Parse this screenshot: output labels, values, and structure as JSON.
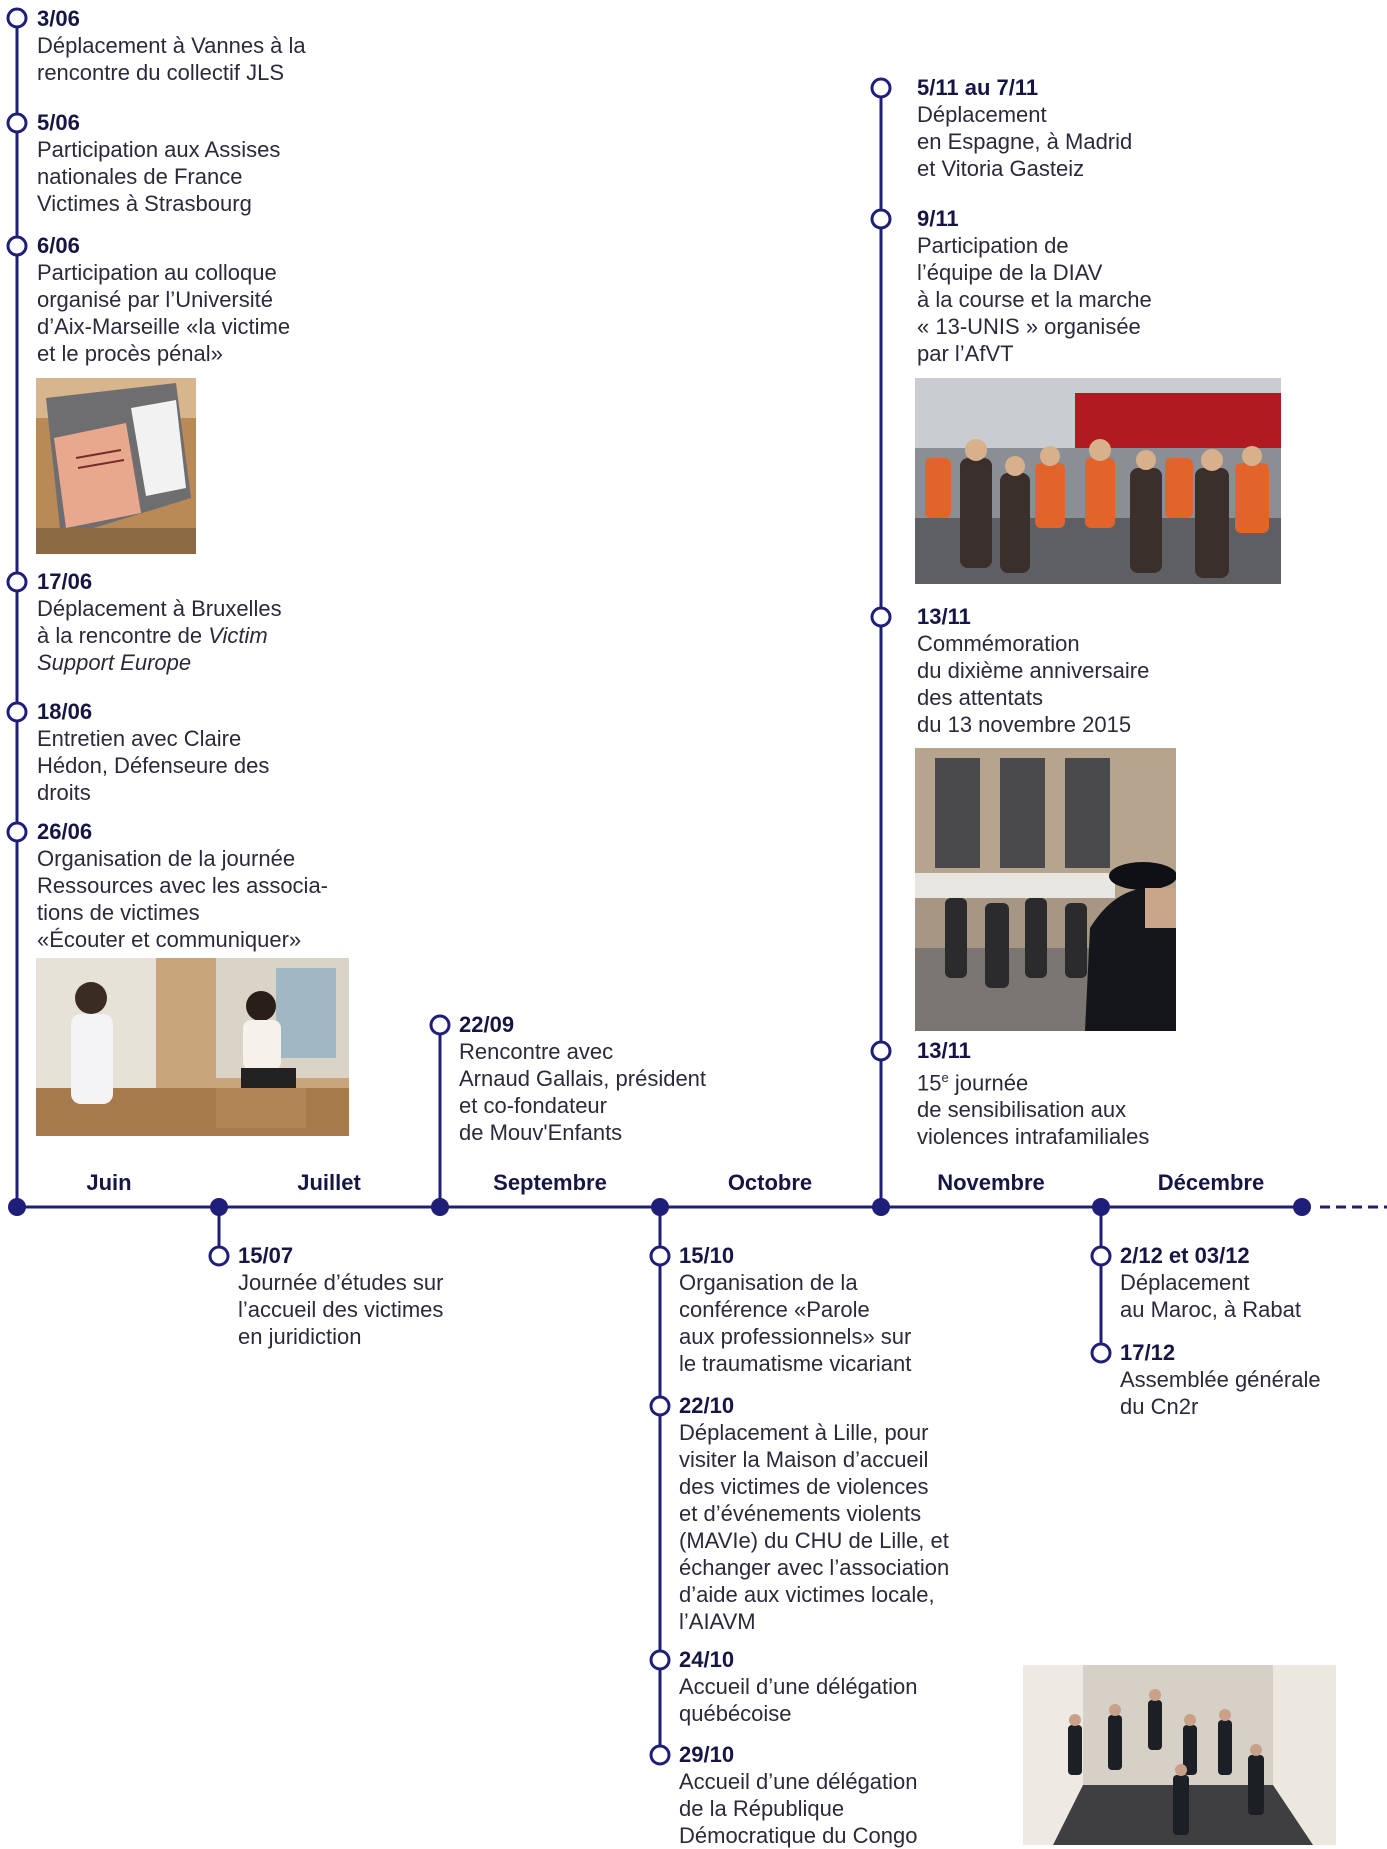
{
  "colors": {
    "line": "#1f1f7a",
    "text": "#161645",
    "body": "#2a2a3a"
  },
  "months": [
    "Juin",
    "Juillet",
    "Septembre",
    "Octobre",
    "Novembre",
    "Décembre"
  ],
  "events": {
    "e0306": {
      "date": "3/06",
      "desc": "Déplacement à Vannes à la\nrencontre du collectif JLS"
    },
    "e0506": {
      "date": "5/06",
      "desc": "Participation aux Assises\nnationales de France\nVictimes à Strasbourg"
    },
    "e0606": {
      "date": "6/06",
      "desc": "Participation au colloque\norganisé par l’Université\nd’Aix-Marseille «la victime\net le procès pénal»"
    },
    "e1706": {
      "date": "17/06",
      "desc_plain": "Déplacement à Bruxelles\nà la rencontre de ",
      "desc_italic": "Victim\nSupport Europe"
    },
    "e1806": {
      "date": "18/06",
      "desc": "Entretien avec Claire\nHédon, Défenseure des\ndroits"
    },
    "e2606": {
      "date": "26/06",
      "desc": "Organisation de la journée\nRessources avec les associa-\ntions de victimes\n«Écouter et communiquer»"
    },
    "e2209": {
      "date": "22/09",
      "desc": "Rencontre avec\nArnaud Gallais, président\net co-fondateur\nde Mouv'Enfants"
    },
    "e0511": {
      "date": "5/11 au 7/11",
      "desc": "Déplacement\nen Espagne, à Madrid\net Vitoria Gasteiz"
    },
    "e0911": {
      "date": "9/11",
      "desc": "Participation de\nl’équipe de la DIAV\nà la course et la marche\n« 13-UNIS » organisée\npar l’AfVT"
    },
    "e1311a": {
      "date": "13/11",
      "desc": "Commémoration\ndu dixième anniversaire\ndes attentats\ndu 13 novembre 2015"
    },
    "e1311b": {
      "date": "13/11",
      "desc_num": "15",
      "desc_sup": "e",
      "desc_rest": " journée\nde sensibilisation aux\nviolences intrafamiliales"
    },
    "e1507": {
      "date": "15/07",
      "desc": "Journée d’études sur\nl’accueil des victimes\nen juridiction"
    },
    "e1510": {
      "date": "15/10",
      "desc": "Organisation de la\nconférence «Parole\naux professionnels» sur\nle traumatisme vicariant"
    },
    "e2210": {
      "date": "22/10",
      "desc": "Déplacement à Lille, pour\nvisiter la Maison d’accueil\ndes victimes de violences\net d’événements violents\n(MAVIe) du CHU de Lille, et\néchanger avec l’association\nd’aide aux victimes locale,\nl’AIAVM"
    },
    "e2410": {
      "date": "24/10",
      "desc": "Accueil d’une délégation\nquébécoise"
    },
    "e2910": {
      "date": "29/10",
      "desc": "Accueil d’une délégation\nde la République\nDémocratique du Congo"
    },
    "e0212": {
      "date": "2/12 et 03/12",
      "desc": "Déplacement\nau Maroc, à Rabat"
    },
    "e1712": {
      "date": "17/12",
      "desc": "Assemblée générale\ndu Cn2r"
    }
  }
}
